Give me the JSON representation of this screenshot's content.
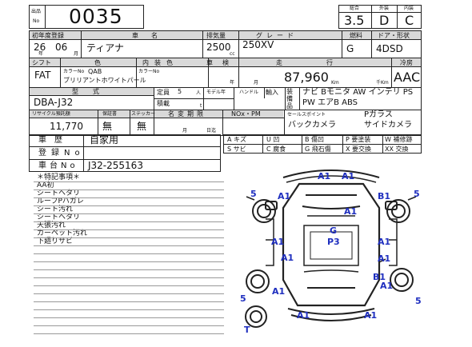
{
  "header": {
    "no_label_top": "出品",
    "no_label_bottom": "No",
    "lot_no": "0035",
    "score_label": "総合",
    "ext_label": "外装",
    "int_label": "内装",
    "score": "3.5",
    "ext_grade": "D",
    "int_grade": "C"
  },
  "row1": {
    "year_label": "初年度登録",
    "name_label": "車名",
    "disp_label": "排気量",
    "grade_label": "グレード",
    "fuel_label": "燃料",
    "door_label": "ドア・形状",
    "year": "26",
    "month": "06",
    "year_unit": "年",
    "month_unit": "月",
    "name": "ティアナ",
    "disp": "2500",
    "disp_unit": "cc",
    "grade": "250XV",
    "fuel": "G",
    "door": "4DSD"
  },
  "row2": {
    "shift_label": "シフト",
    "color_label": "色",
    "interior_label": "内装色",
    "inspection_label": "車検",
    "mileage_label": "走行",
    "ac_label": "冷房",
    "shift": "FAT",
    "color_no_label": "カラーNo",
    "color_no": "QAB",
    "color_name": "ブリリアントホワイトパール",
    "int_color_no_label": "カラーNo",
    "insp_year_unit": "年",
    "insp_month_unit": "月",
    "mileage": "87,960",
    "mileage_unit": "Km",
    "thousand_unit": "千Km",
    "ac": "AAC"
  },
  "row3": {
    "model_label": "型式",
    "capacity_label": "定員",
    "capacity": "5",
    "capacity_unit": "人",
    "load_label": "積載",
    "load_unit": "t",
    "model_year_label": "モデル年",
    "handle_label": "ハンドル",
    "import_label": "輸入",
    "equip_label": "装備品",
    "model": "DBA-J32",
    "equip_line1": "ナビ Bモニタ AW インテリ PS",
    "equip_line2": "PW エアB ABS"
  },
  "row4": {
    "recycle_label": "リサイクル預託額",
    "warranty_label": "保証書",
    "sticker_label": "ステッカー",
    "change_label": "名変期限",
    "nox_label": "NOx・PM",
    "sales_label": "セールスポイント",
    "recycle": "11,770",
    "warranty": "無",
    "sticker": "無",
    "change_month_unit": "月",
    "change_day_unit": "日迄",
    "sales_1": "Pガラス",
    "sales_2": "バックカメラ",
    "sales_3": "サイドカメラ"
  },
  "history": {
    "history_label": "車歴",
    "history": "自家用",
    "reg_label": "登録No",
    "chassis_label": "車台No",
    "chassis": "J32-255163"
  },
  "legend": [
    [
      "A キズ",
      "U 凹",
      "B 傷凹",
      "P 要塗装",
      "W 補修跡"
    ],
    [
      "S サビ",
      "C 腐食",
      "G 飛石傷",
      "X 要交換",
      "XX 交換"
    ]
  ],
  "notes": {
    "title": "＊特記事項＊",
    "items": [
      "AA初",
      "シートヘタリ",
      "ルーフPハガレ",
      "シート汚れ",
      "シートヘタリ",
      "天張汚れ",
      "カーペット汚れ",
      "下廻りサビ"
    ]
  },
  "diagram": {
    "marks": [
      "A1",
      "A1",
      "5",
      "A1",
      "B1",
      "5",
      "A1",
      "A1",
      "A1",
      "G",
      "P3",
      "A1",
      "A1",
      "A1",
      "A1",
      "B1",
      "5",
      "A1",
      "A1",
      "5",
      "T"
    ]
  }
}
